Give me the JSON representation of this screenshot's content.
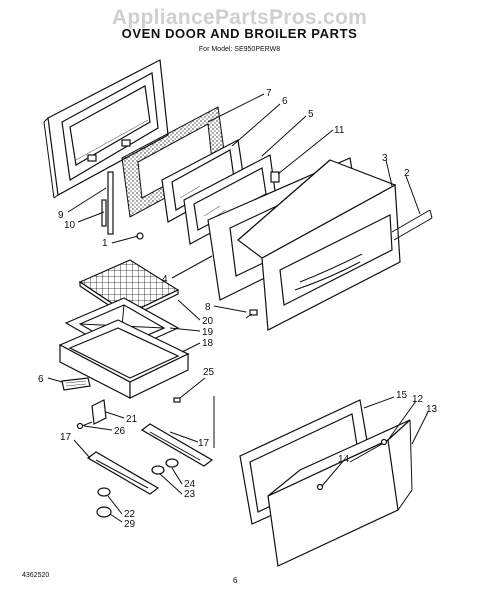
{
  "watermark": "AppliancePartsPros.com",
  "title": "OVEN DOOR AND BROILER PARTS",
  "model_line": "For Model: SE950PERW8",
  "doc_number": "4362520",
  "page_number": "6",
  "callouts": [
    "7",
    "6",
    "5",
    "11",
    "3",
    "2",
    "9",
    "10",
    "1",
    "4",
    "8",
    "20",
    "19",
    "18",
    "25",
    "6",
    "21",
    "26",
    "17",
    "17",
    "24",
    "23",
    "22",
    "29",
    "15",
    "12",
    "13",
    "14"
  ]
}
